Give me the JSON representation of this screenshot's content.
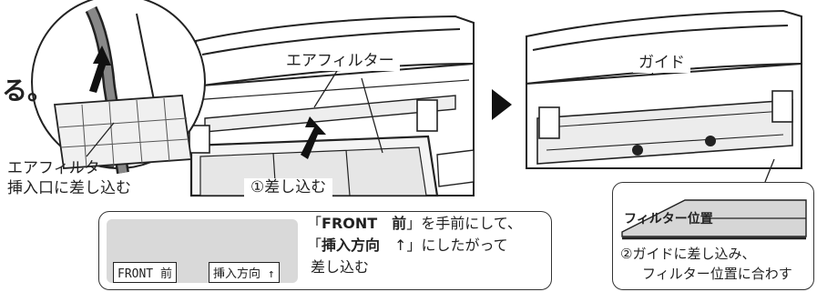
{
  "fragment_char": "る。",
  "labels": {
    "air_filter_top": "エアフィルター",
    "guide_top": "ガイド",
    "insert_caption_line1": "エアフィルター",
    "insert_caption_line2": "挿入口に差し込む",
    "step1": "①差し込む"
  },
  "note_left": {
    "sticker_front": "FRONT 前",
    "sticker_dir": "挿入方向 ↑",
    "line1_a": "「",
    "line1_b": "FRONT　前",
    "line1_c": "」を手前にして、",
    "line2_a": "「",
    "line2_b": "挿入方向",
    "line2_c": "　↑」にしたがって",
    "line3": "差し込む"
  },
  "note_right": {
    "position_label": "フィルター位置",
    "line1": "②ガイドに差し込み、",
    "line2": "フィルター位置に合わす"
  },
  "colors": {
    "line": "#222222",
    "gray_fill": "#d9d9d9",
    "dark_gray": "#555555",
    "accent_black": "#111111"
  }
}
